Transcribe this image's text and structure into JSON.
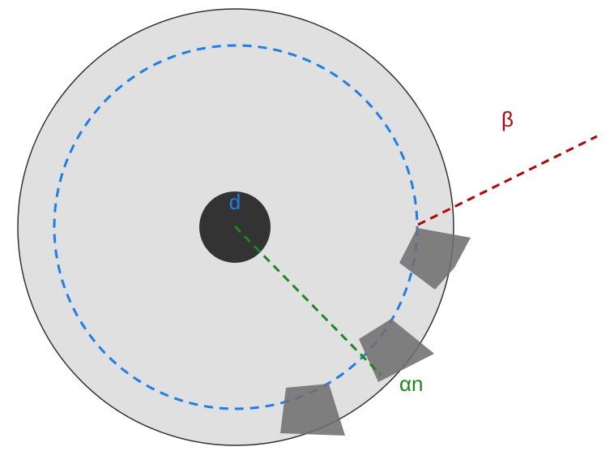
{
  "labels": {
    "center": "d",
    "normal_angle": "αn",
    "outer_angle": "β"
  },
  "colors": {
    "disk_fill": "#e0e0e0",
    "disk_stroke": "#333333",
    "hub_fill": "#333333",
    "pitch_circle": "#1a7ff0",
    "teeth": "#707070",
    "normal_line": "#1a8a1a",
    "outer_line": "#c00000",
    "center_label": "#1a7ff0",
    "normal_label": "#1a8a1a",
    "outer_label": "#c00000"
  },
  "teeth_count": 3
}
